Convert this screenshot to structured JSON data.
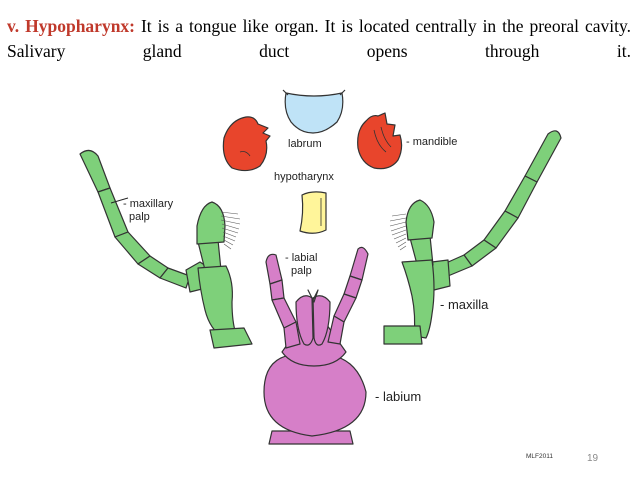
{
  "text": {
    "term": "v. Hypopharynx:",
    "body": " It is a tongue like organ. It is located centrally in the preoral cavity. Salivary gland duct opens through it."
  },
  "labels": {
    "labrum": "labrum",
    "mandible": "- mandible",
    "hypopharynx": "hypotharynx",
    "maxillary_palp_1": "- maxillary",
    "maxillary_palp_2": "palp",
    "labial_palp_1": "- labial",
    "labial_palp_2": "palp",
    "maxilla": "- maxilla",
    "labium": "- labium"
  },
  "credit": "MLF2011",
  "page_number": "19",
  "colors": {
    "labrum": "#bfe3f7",
    "mandible": "#e8452c",
    "hypopharynx": "#fff59a",
    "maxilla": "#7ed07a",
    "labium": "#d67fc8",
    "outline": "#333333",
    "term": "#c0392b"
  }
}
